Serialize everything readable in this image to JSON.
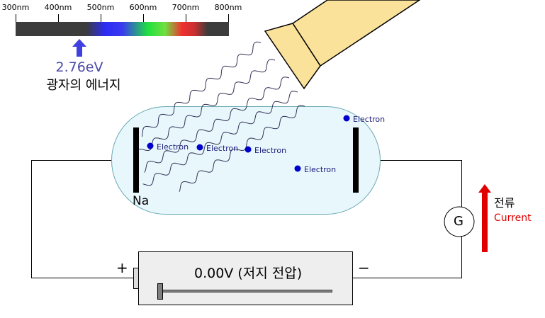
{
  "spectrum": {
    "ticks": [
      "300nm",
      "400nm",
      "500nm",
      "600nm",
      "700nm",
      "800nm"
    ],
    "selected_wavelength_nm": 450,
    "energy_value": "2.76eV",
    "energy_caption": "광자의 에너지"
  },
  "tube": {
    "cathode_label": "Na",
    "electrons": [
      {
        "label": "Electron"
      },
      {
        "label": "Electron"
      },
      {
        "label": "Electron"
      },
      {
        "label": "Electron"
      },
      {
        "label": "Electron"
      }
    ]
  },
  "circuit": {
    "galvanometer_label": "G",
    "current_label_ko": "전류",
    "current_label_en": "Current",
    "plus_sign": "+",
    "minus_sign": "−"
  },
  "battery": {
    "voltage_text": "0.00V  (저지 전압)",
    "slider_value_fraction": 0.0
  },
  "colors": {
    "arrow_blue": "#4040e0",
    "current_arrow": "#e00000",
    "electron": "#0000cc",
    "flashlight": "#fbe29a"
  }
}
